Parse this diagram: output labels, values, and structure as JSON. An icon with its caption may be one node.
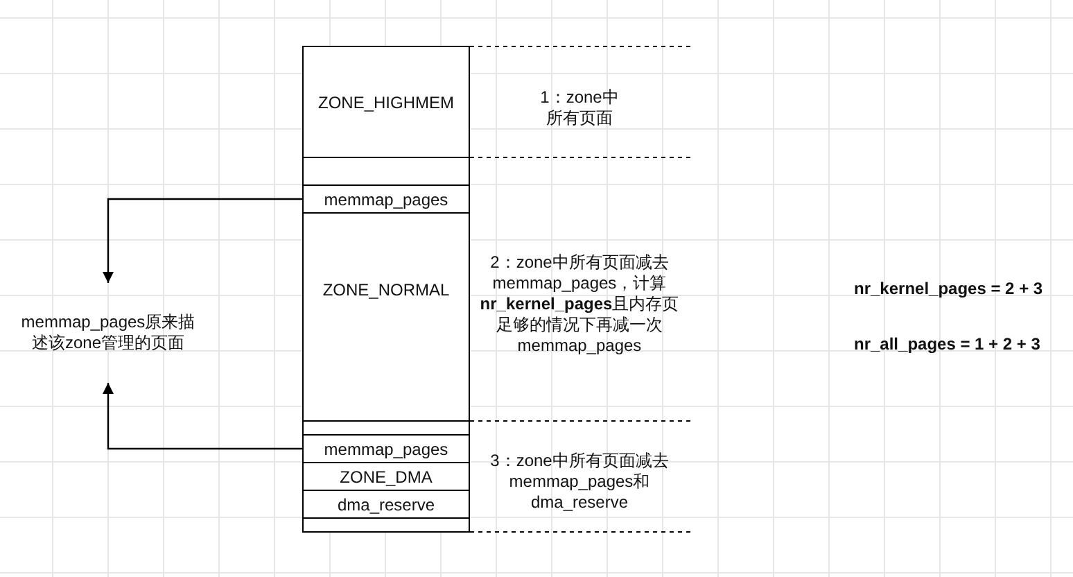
{
  "diagram": {
    "nodes": [
      {
        "text": [
          "ZONE_HIGHMEM"
        ]
      },
      {
        "text": [],
        "shape": "box"
      },
      {
        "text": [
          "memmap_pages"
        ]
      },
      {
        "text": [
          "ZONE_NORMAL"
        ]
      },
      {
        "text": [],
        "shape": "box"
      },
      {
        "text": [
          "memmap_pages"
        ]
      },
      {
        "text": [
          "ZONE_DMA"
        ]
      },
      {
        "text": [
          "dma_reserve"
        ]
      },
      {
        "text": [],
        "shape": "box"
      },
      {
        "text": [
          "memmap_pages原来描述该zone管理的页面"
        ]
      }
    ],
    "edges": [
      {
        "from": 2,
        "to": 9,
        "arrow": "to"
      },
      {
        "from": 5,
        "to": 9,
        "arrow": "to"
      }
    ],
    "labels": [
      "1：zone中所有页面",
      "2：zone中所有页面减去memmap_pages，计算**nr_kernel_pages**且内存页足够的情况下再减一次memmap_pages",
      "3：zone中所有页面减去memmap_pages和dma_reserve",
      "nr_kernel_pages = 2 + 3",
      "nr_all_pages = 1 + 2 + 3"
    ]
  }
}
